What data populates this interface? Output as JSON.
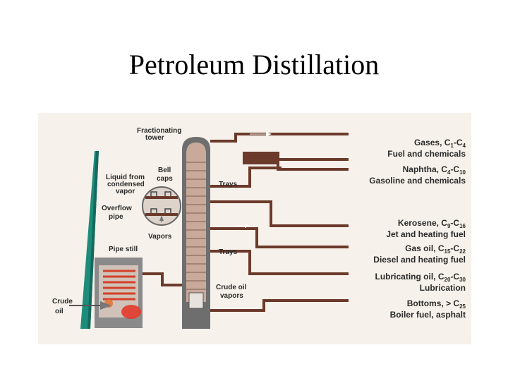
{
  "slide": {
    "title": "Petroleum Distillation"
  },
  "diagram": {
    "left_labels": {
      "tower": [
        "Fractionating",
        "tower"
      ],
      "liquid": [
        "Liquid from",
        "condensed",
        "vapor"
      ],
      "bell_caps": [
        "Bell",
        "caps"
      ],
      "overflow": [
        "Overflow",
        "pipe"
      ],
      "vapors": "Vapors",
      "pipe_still": "Pipe still",
      "crude": [
        "Crude",
        "oil"
      ],
      "trays_upper": "Trays",
      "trays_lower": "Trays",
      "crude_vapors": [
        "Crude oil",
        "vapors"
      ]
    },
    "products": [
      {
        "name": "Gases",
        "carbon": [
          "1",
          "4"
        ],
        "use": "Fuel and chemicals"
      },
      {
        "name": "Naphtha",
        "carbon": [
          "4",
          "10"
        ],
        "use": "Gasoline and chemicals"
      },
      {
        "name": "Kerosene",
        "carbon": [
          "9",
          "16"
        ],
        "use": "Jet and heating fuel"
      },
      {
        "name": "Gas oil",
        "carbon": [
          "15",
          "22"
        ],
        "use": "Diesel and heating fuel"
      },
      {
        "name": "Lubricating oil",
        "carbon": [
          "20",
          "30"
        ],
        "use": "Lubrication"
      },
      {
        "name": "Bottoms",
        "carbon": [
          "25"
        ],
        "use": "Boiler fuel, asphalt"
      }
    ],
    "colors": {
      "background": "#f6f1ea",
      "smokestack": "#1e8c7a",
      "tower": "#6e6e6e",
      "tower_inner": "#c9aa9a",
      "pipe": "#6b3a2a",
      "heat": "#e23a2a"
    }
  }
}
